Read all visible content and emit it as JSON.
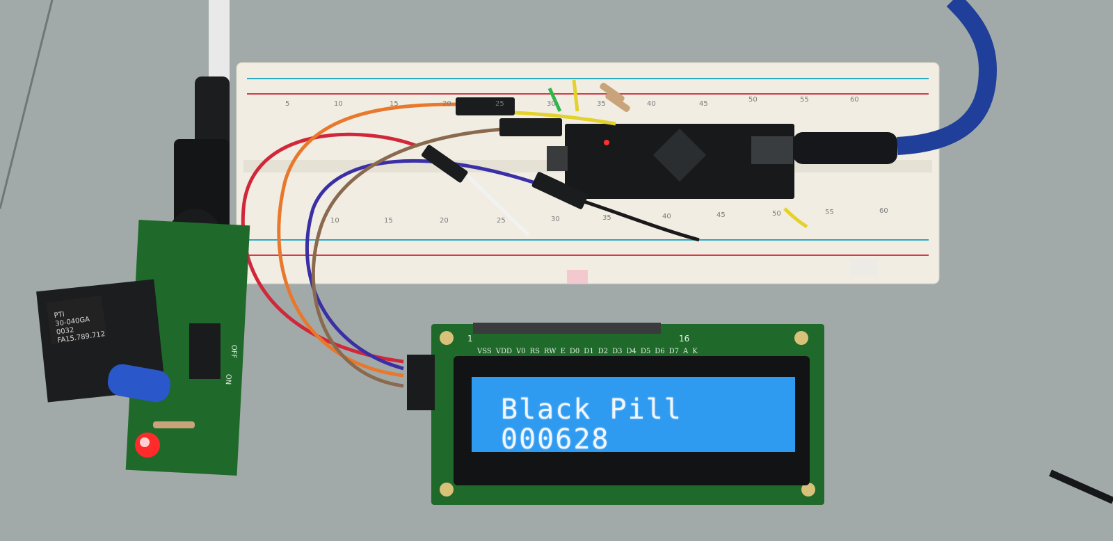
{
  "lcd": {
    "line1": "Black Pill",
    "line2": "000628",
    "pin_labels": [
      "VSS",
      "VDD",
      "V0",
      "RS",
      "RW",
      "E",
      "D0",
      "D1",
      "D2",
      "D3",
      "D4",
      "D5",
      "D6",
      "D7",
      "A",
      "K"
    ],
    "pin_first": "1",
    "pin_last": "16",
    "backlight_color": "#2f9bf0"
  },
  "power_module": {
    "chip_label_lines": [
      "PTI",
      "30-040GA",
      "0032",
      "FA15.789.712"
    ],
    "switch_on": "ON",
    "switch_off": "OFF"
  },
  "breadboard": {
    "column_numbers_top": [
      "5",
      "10",
      "15",
      "20",
      "25",
      "30",
      "35",
      "40",
      "45",
      "50",
      "55",
      "60"
    ],
    "column_numbers_bottom": [
      "10",
      "15",
      "20",
      "25",
      "30",
      "35",
      "40",
      "45",
      "50",
      "55",
      "60"
    ]
  },
  "colors": {
    "wire_red": "#d0283a",
    "wire_orange": "#e8782c",
    "wire_blue": "#3b2fa6",
    "wire_brown": "#8a6a4e",
    "pcb_green": "#1f6a2b"
  }
}
